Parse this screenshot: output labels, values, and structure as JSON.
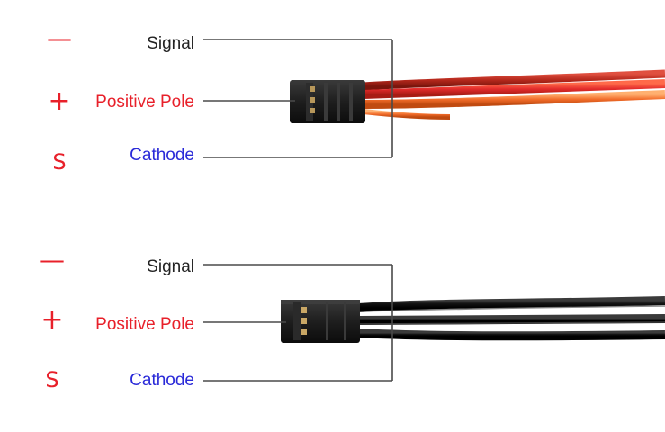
{
  "colors": {
    "red": "#e8202a",
    "blue": "#2a2ad8",
    "black_text": "#222222",
    "leader_line": "#4a4a4a",
    "wire_orange": "#f26c2a",
    "wire_red": "#e32b2b",
    "wire_dark_red": "#b5281c",
    "wire_black": "#111111",
    "connector_body": "#1e1e1e"
  },
  "diagrams": [
    {
      "cable": "colored",
      "symbols": [
        "—",
        "+",
        "S"
      ],
      "labels": [
        "Signal",
        "Positive Pole",
        "Cathode"
      ]
    },
    {
      "cable": "black",
      "symbols": [
        "—",
        "+",
        "S"
      ],
      "labels": [
        "Signal",
        "Positive Pole",
        "Cathode"
      ]
    }
  ]
}
